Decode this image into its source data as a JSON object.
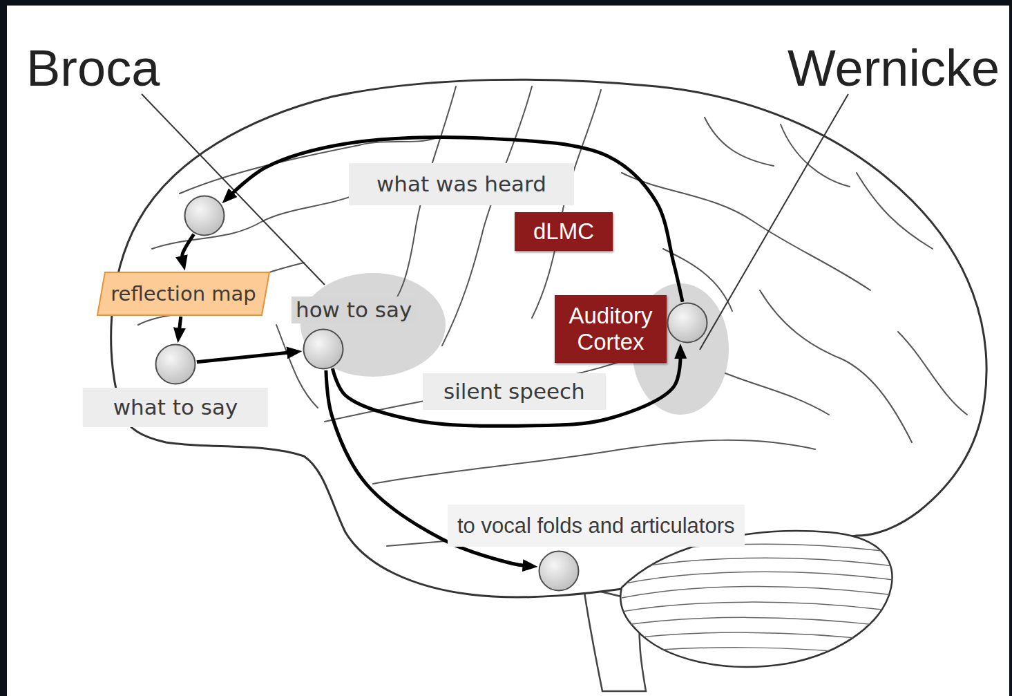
{
  "diagram": {
    "nodes": [
      {
        "text": []
      },
      {
        "text": [
          "reflection map"
        ]
      },
      {
        "text": [
          "what to say"
        ]
      },
      {
        "text": [
          "how to say"
        ]
      },
      {
        "text": [
          "dLMC"
        ]
      },
      {
        "text": [
          "Auditory Cortex"
        ]
      },
      {
        "text": []
      },
      {
        "text": []
      }
    ],
    "edges": [
      {
        "from": 6,
        "to": 0,
        "arrow": "to",
        "label": "what was heard"
      },
      {
        "from": 0,
        "to": 1,
        "arrow": "to"
      },
      {
        "from": 1,
        "to": 2,
        "arrow": "to"
      },
      {
        "from": 2,
        "to": 3,
        "arrow": "to"
      },
      {
        "from": 3,
        "to": 6,
        "arrow": "to",
        "label": "silent speech"
      },
      {
        "from": 3,
        "to": 7,
        "arrow": "to",
        "label": "to vocal folds and articulators"
      }
    ],
    "labels": [
      "Broca",
      "Wernicke"
    ]
  }
}
